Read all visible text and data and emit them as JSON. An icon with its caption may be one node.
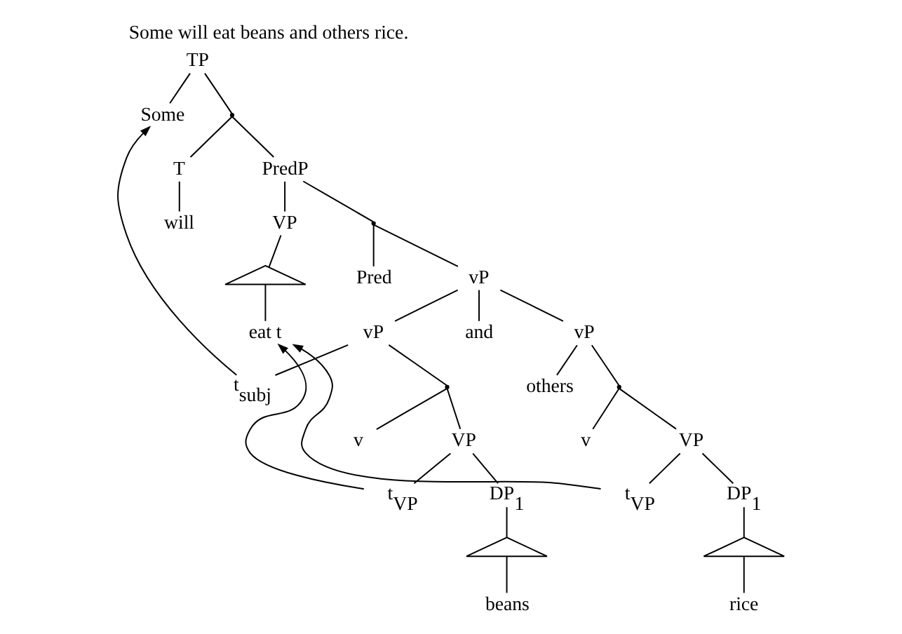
{
  "diagram": {
    "title": "Some will eat beans and others rice.",
    "nodes": [
      {
        "text": [
          "TP"
        ]
      },
      {
        "text": [
          "Some"
        ]
      },
      {
        "text": [],
        "shape": "point"
      },
      {
        "text": [
          "T"
        ]
      },
      {
        "text": [
          "PredP"
        ]
      },
      {
        "text": [
          "will"
        ]
      },
      {
        "text": [
          "VP"
        ]
      },
      {
        "text": [],
        "shape": "point"
      },
      {
        "text": [],
        "shape": "triangle"
      },
      {
        "text": [
          "Pred"
        ]
      },
      {
        "text": [
          "vP"
        ]
      },
      {
        "text": [
          "eat t"
        ]
      },
      {
        "text": [
          "vP"
        ]
      },
      {
        "text": [
          "and"
        ]
      },
      {
        "text": [
          "vP"
        ]
      },
      {
        "text": [
          "t$_{subj}$"
        ]
      },
      {
        "text": [],
        "shape": "point"
      },
      {
        "text": [
          "others"
        ]
      },
      {
        "text": [],
        "shape": "point"
      },
      {
        "text": [
          "v"
        ]
      },
      {
        "text": [
          "VP"
        ]
      },
      {
        "text": [
          "v"
        ]
      },
      {
        "text": [
          "VP"
        ]
      },
      {
        "text": [
          "t$_{VP}$"
        ]
      },
      {
        "text": [
          "DP$_{1}$"
        ]
      },
      {
        "text": [
          "t$_{VP}$"
        ]
      },
      {
        "text": [
          "DP$_{1}$"
        ]
      },
      {
        "text": [],
        "shape": "triangle"
      },
      {
        "text": [],
        "shape": "triangle"
      },
      {
        "text": [
          "beans"
        ]
      },
      {
        "text": [
          "rice"
        ]
      }
    ],
    "edges": [
      {
        "from": 0,
        "to": 1,
        "arrow": "none"
      },
      {
        "from": 0,
        "to": 2,
        "arrow": "none"
      },
      {
        "from": 2,
        "to": 3,
        "arrow": "none"
      },
      {
        "from": 2,
        "to": 4,
        "arrow": "none"
      },
      {
        "from": 3,
        "to": 5,
        "arrow": "none"
      },
      {
        "from": 4,
        "to": 6,
        "arrow": "none"
      },
      {
        "from": 4,
        "to": 7,
        "arrow": "none"
      },
      {
        "from": 6,
        "to": 8,
        "arrow": "none"
      },
      {
        "from": 8,
        "to": 11,
        "arrow": "none"
      },
      {
        "from": 7,
        "to": 9,
        "arrow": "none"
      },
      {
        "from": 7,
        "to": 10,
        "arrow": "none"
      },
      {
        "from": 10,
        "to": 12,
        "arrow": "none"
      },
      {
        "from": 10,
        "to": 13,
        "arrow": "none"
      },
      {
        "from": 10,
        "to": 14,
        "arrow": "none"
      },
      {
        "from": 12,
        "to": 15,
        "arrow": "none"
      },
      {
        "from": 12,
        "to": 16,
        "arrow": "none"
      },
      {
        "from": 16,
        "to": 19,
        "arrow": "none"
      },
      {
        "from": 16,
        "to": 20,
        "arrow": "none"
      },
      {
        "from": 14,
        "to": 17,
        "arrow": "none"
      },
      {
        "from": 14,
        "to": 18,
        "arrow": "none"
      },
      {
        "from": 18,
        "to": 21,
        "arrow": "none"
      },
      {
        "from": 18,
        "to": 22,
        "arrow": "none"
      },
      {
        "from": 20,
        "to": 23,
        "arrow": "none"
      },
      {
        "from": 20,
        "to": 24,
        "arrow": "none"
      },
      {
        "from": 22,
        "to": 25,
        "arrow": "none"
      },
      {
        "from": 22,
        "to": 26,
        "arrow": "none"
      },
      {
        "from": 24,
        "to": 27,
        "arrow": "none"
      },
      {
        "from": 27,
        "to": 29,
        "arrow": "none"
      },
      {
        "from": 26,
        "to": 28,
        "arrow": "none"
      },
      {
        "from": 28,
        "to": 30,
        "arrow": "none"
      },
      {
        "from": 15,
        "to": 1,
        "arrow": "to"
      },
      {
        "from": 23,
        "to": 11,
        "arrow": "to"
      },
      {
        "from": 25,
        "to": 11,
        "arrow": "to"
      }
    ]
  }
}
